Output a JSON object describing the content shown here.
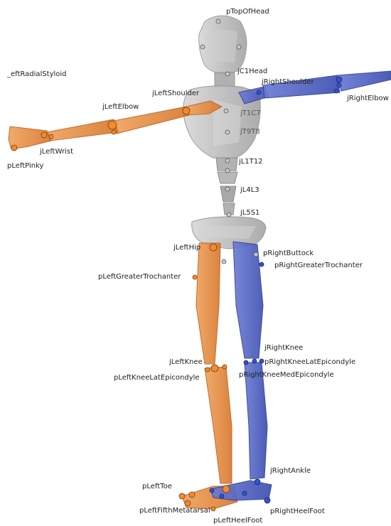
{
  "colors": {
    "left_side": "#e8883a",
    "left_side_dark": "#b9621f",
    "right_side": "#4a5cc0",
    "right_side_dark": "#2f3d97",
    "center": "#b8b8b8",
    "center_dark": "#8a8a8a",
    "background": "#ffffff",
    "label_text": "#222222"
  },
  "labels": {
    "pTopOfHead": "pTopOfHead",
    "leftRadialStyloid": "_eftRadialStyloid",
    "jC1Head": "jC1Head",
    "jLeftShoulder": "jLeftShoulder",
    "jRightShoulder": "jRightShoulder",
    "jRightElbow": "jRightElbow",
    "jLeftElbow": "jLeftElbow",
    "jT1C7": "jT1C7",
    "jT9T8": "jT9T8",
    "jLeftWrist": "jLeftWrist",
    "jL1T12": "jL1T12",
    "pLeftPinky": "pLeftPinky",
    "jL4L3": "jL4L3",
    "jL5S1": "jL5S1",
    "jLeftHip": "jLeftHip",
    "pRightButtock": "pRightButtock",
    "pRightGreaterTrochanter": "pRightGreaterTrochanter",
    "pLeftGreaterTrochanter": "pLeftGreaterTrochanter",
    "jRightKnee": "jRightKnee",
    "jLeftKnee": "jLeftKnee",
    "pRightKneeLatEpicondyle": "pRightKneeLatEpicondyle",
    "pLeftKneeLatEpicondyle": "pLeftKneeLatEpicondyle",
    "pRightKneeMedEpicondyle": "pRightKneeMedEpicondyle",
    "jRightAnkle": "jRightAnkle",
    "pLeftToe": "pLeftToe",
    "pLeftFifthMetatarsal": "pLeftFifthMetatarsal",
    "pRightHeelFoot": "pRightHeelFoot",
    "pLeftHeelFoot": "pLeftHeelFoot"
  }
}
